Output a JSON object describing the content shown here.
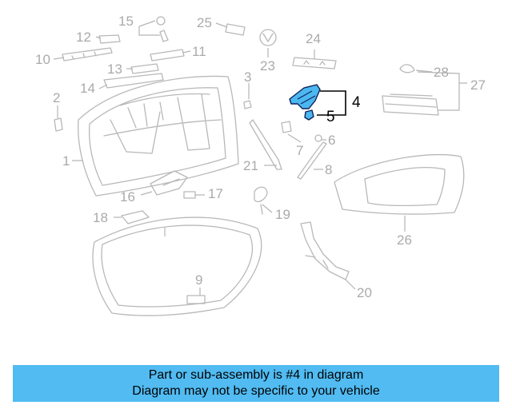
{
  "caption": {
    "line1": "Part or sub-assembly is #4 in diagram",
    "line2": "Diagram may not be specific to your vehicle"
  },
  "highlight_part": "4",
  "colors": {
    "caption_bg": "#51bbf2",
    "highlight_fill": "#4bb8f0",
    "line_gray": "#b8b8b8"
  },
  "callouts": [
    {
      "id": "1",
      "text": "1"
    },
    {
      "id": "2",
      "text": "2"
    },
    {
      "id": "3",
      "text": "3"
    },
    {
      "id": "4",
      "text": "4"
    },
    {
      "id": "5",
      "text": "5"
    },
    {
      "id": "6",
      "text": "6"
    },
    {
      "id": "7",
      "text": "7"
    },
    {
      "id": "8",
      "text": "8"
    },
    {
      "id": "9",
      "text": "9"
    },
    {
      "id": "10",
      "text": "10"
    },
    {
      "id": "11",
      "text": "11"
    },
    {
      "id": "12",
      "text": "12"
    },
    {
      "id": "13",
      "text": "13"
    },
    {
      "id": "14",
      "text": "14"
    },
    {
      "id": "15",
      "text": "15"
    },
    {
      "id": "16",
      "text": "16"
    },
    {
      "id": "17",
      "text": "17"
    },
    {
      "id": "18",
      "text": "18"
    },
    {
      "id": "19",
      "text": "19"
    },
    {
      "id": "20",
      "text": "20"
    },
    {
      "id": "21",
      "text": "21"
    },
    {
      "id": "23",
      "text": "23"
    },
    {
      "id": "24",
      "text": "24"
    },
    {
      "id": "25",
      "text": "25"
    },
    {
      "id": "26",
      "text": "26"
    },
    {
      "id": "27",
      "text": "27"
    },
    {
      "id": "28",
      "text": "28"
    }
  ]
}
